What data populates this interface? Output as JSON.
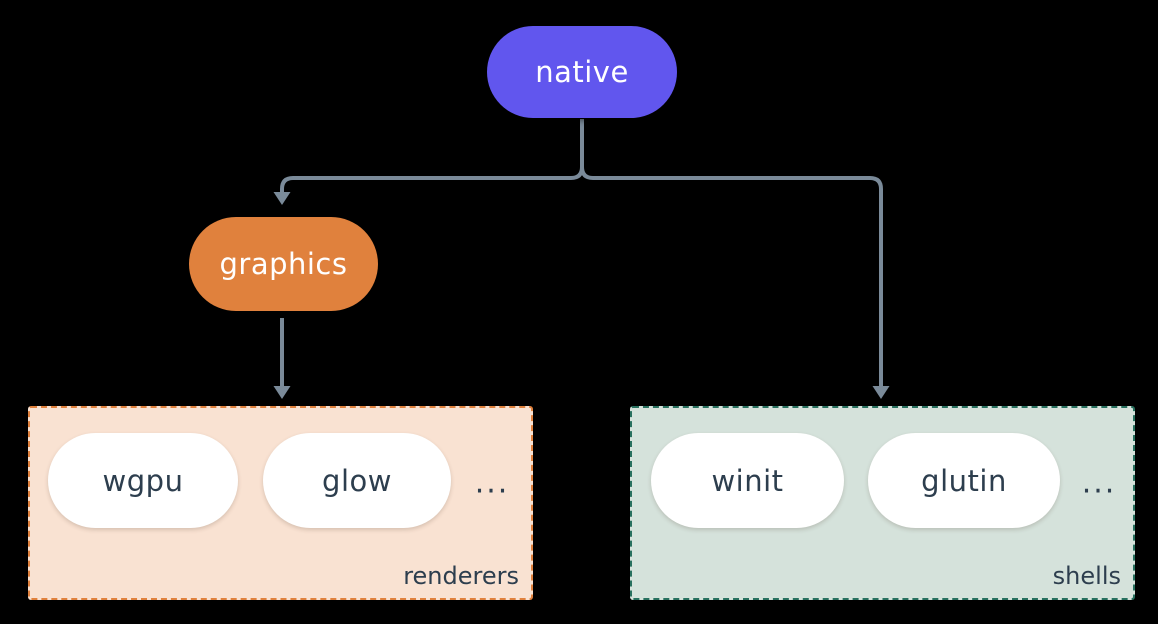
{
  "diagram": {
    "background_color": "#000000",
    "connector_color": "#7a8a99",
    "root_node": {
      "label": "native",
      "color": "#6156ee",
      "text_color": "#ffffff"
    },
    "mid_node": {
      "label": "graphics",
      "color": "#e0813d",
      "text_color": "#ffffff"
    },
    "groups": [
      {
        "label": "renderers",
        "fill_color": "#f9e2d2",
        "border_color": "#e0813d",
        "items": [
          "wgpu",
          "glow"
        ],
        "ellipsis": "...",
        "item_fill_color": "#ffffff",
        "item_text_color": "#2d3e4e"
      },
      {
        "label": "shells",
        "fill_color": "#d5e2db",
        "border_color": "#27705e",
        "items": [
          "winit",
          "glutin"
        ],
        "ellipsis": "...",
        "item_fill_color": "#ffffff",
        "item_text_color": "#2d3e4e"
      }
    ]
  }
}
